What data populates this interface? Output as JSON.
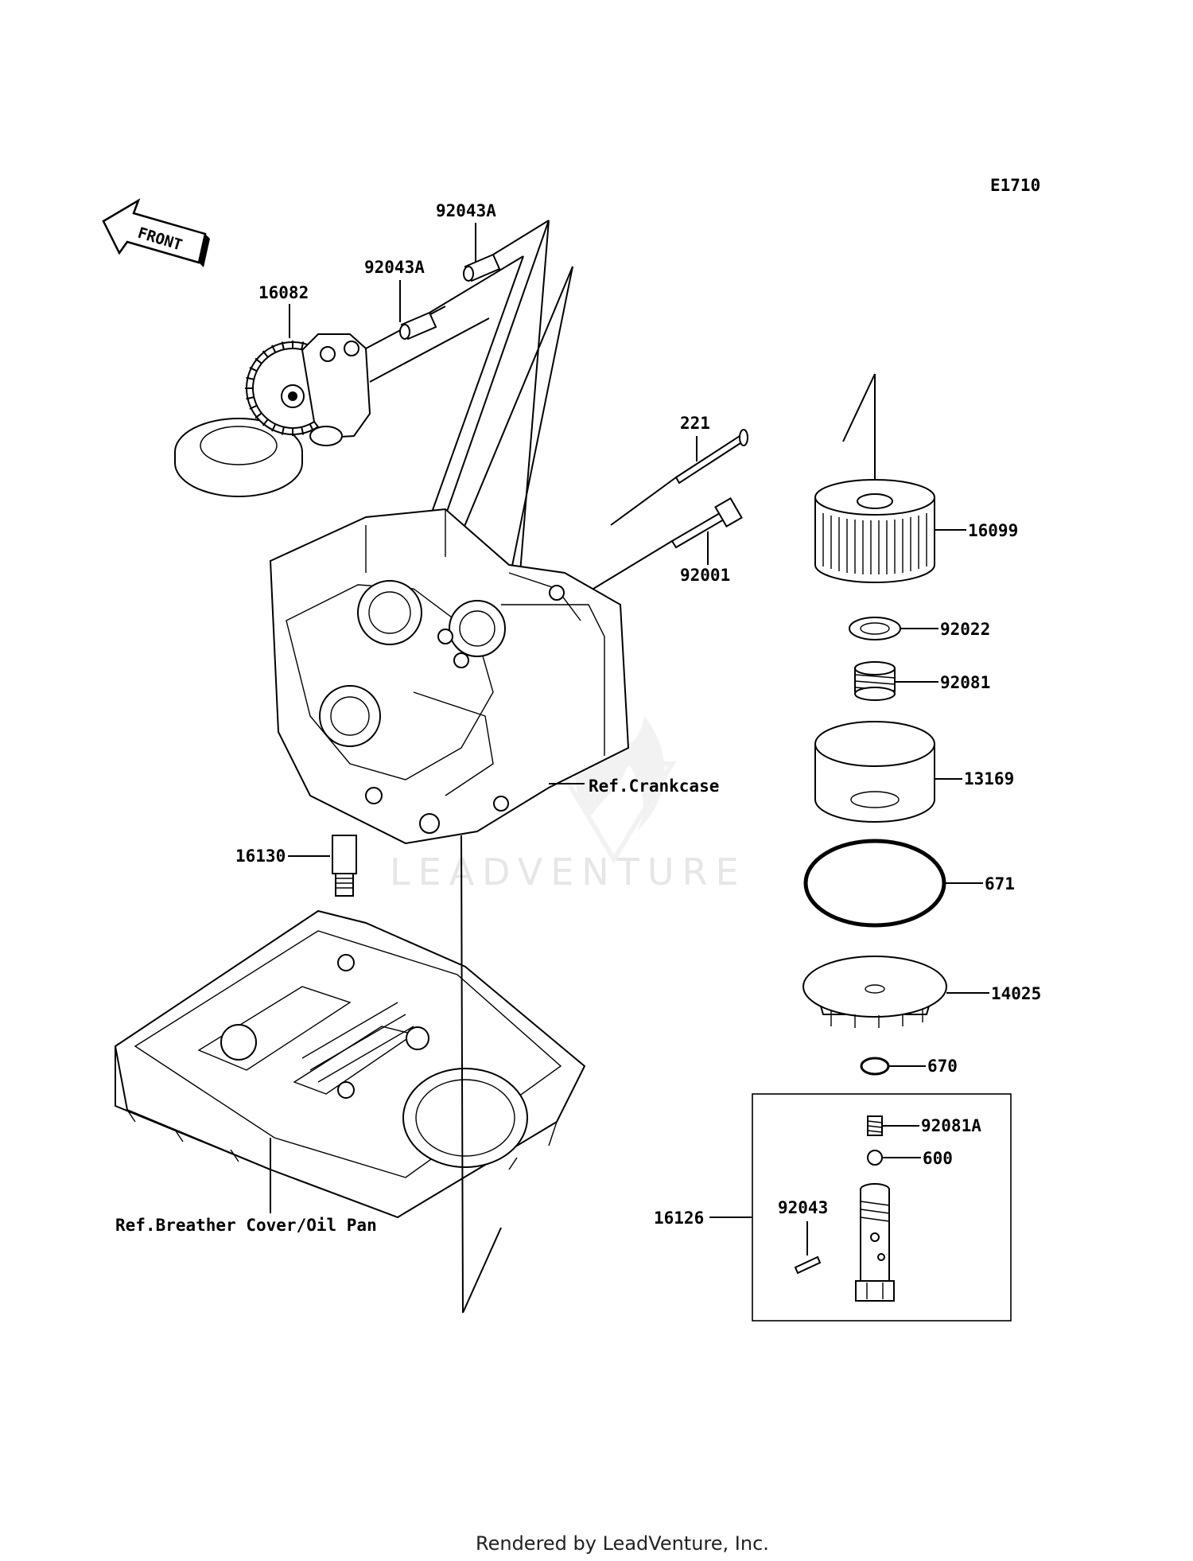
{
  "diagram_code": "E1710",
  "front_arrow_label": "FRONT",
  "watermark": "LEADVENTURE",
  "footer": "Rendered by LeadVenture, Inc.",
  "labels": {
    "p92043A_top": "92043A",
    "p92043A_mid": "92043A",
    "p16082": "16082",
    "p221": "221",
    "p92001": "92001",
    "p16099": "16099",
    "p92022": "92022",
    "p92081": "92081",
    "p13169": "13169",
    "ref_crankcase": "Ref.Crankcase",
    "p16130": "16130",
    "p671": "671",
    "p14025": "14025",
    "p670": "670",
    "p92081A": "92081A",
    "p600": "600",
    "p16126": "16126",
    "p92043": "92043",
    "ref_oil_pan": "Ref.Breather Cover/Oil Pan"
  }
}
